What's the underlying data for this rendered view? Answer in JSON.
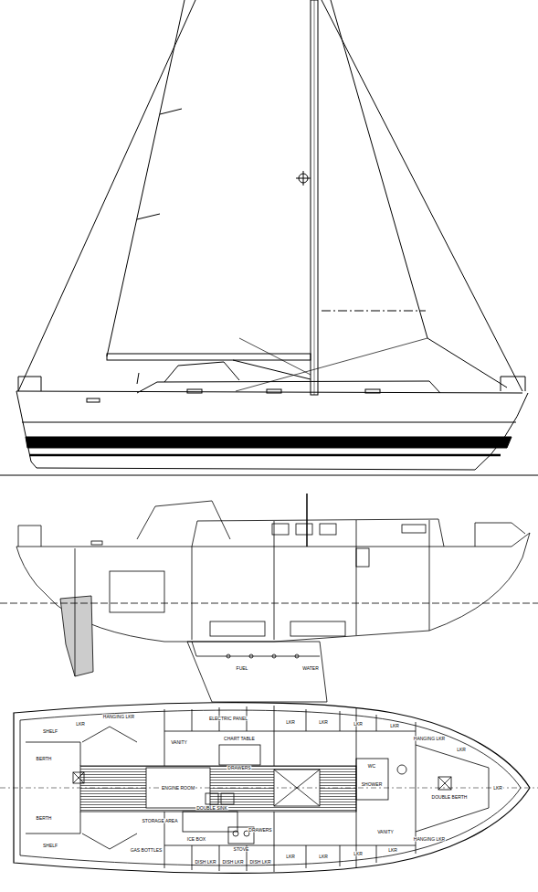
{
  "diagram": {
    "labels": [
      "SHELF",
      "LKR",
      "HANGING LKR",
      "VANITY",
      "ELECTRIC PANEL",
      "CHART TABLE",
      "DRAWERS",
      "LKR",
      "LKR",
      "LKR",
      "LKR",
      "HANGING LKR",
      "LKR",
      "BERTH",
      "ENGINE ROOM",
      "WC",
      "SHOWER",
      "DOUBLE BERTH",
      "LKR",
      "BERTH",
      "STORAGE AREA",
      "DOUBLE SINK",
      "ICE BOX",
      "GAS BOTTLES",
      "STOVE",
      "DRAWERS",
      "DISH LKR",
      "DISH LKR",
      "DISH LKR",
      "SHELF",
      "VANITY",
      "HANGING LKR",
      "LKR",
      "LKR",
      "LKR",
      "LKR",
      "FUEL",
      "WATER"
    ]
  }
}
